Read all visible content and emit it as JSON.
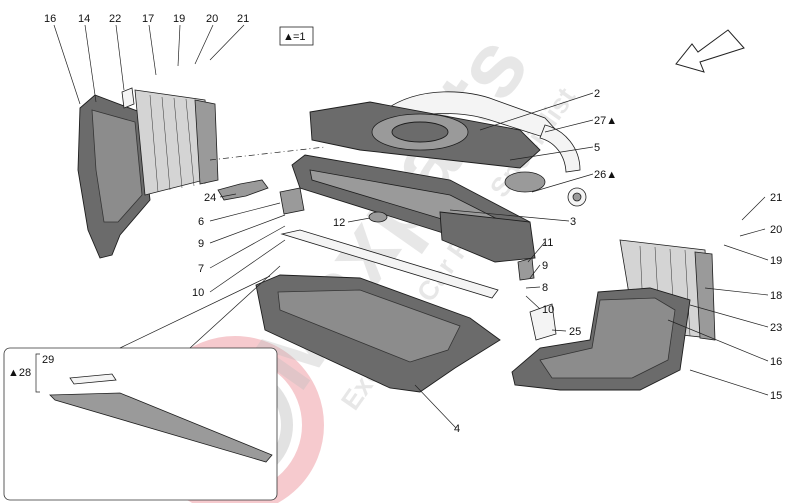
{
  "legend": {
    "symbol": "▲",
    "text": "=1"
  },
  "watermark": {
    "brand": "Maxparts",
    "tagline": "Exclusive Car Parts Specialist",
    "colors": {
      "red": "#e0414f",
      "grey": "#9e9e9e"
    }
  },
  "callouts": [
    {
      "id": "c16a",
      "label": "16"
    },
    {
      "id": "c14",
      "label": "14"
    },
    {
      "id": "c22",
      "label": "22"
    },
    {
      "id": "c17",
      "label": "17"
    },
    {
      "id": "c19a",
      "label": "19"
    },
    {
      "id": "c20a",
      "label": "20"
    },
    {
      "id": "c21a",
      "label": "21"
    },
    {
      "id": "c2",
      "label": "2"
    },
    {
      "id": "c27",
      "label": "27▲"
    },
    {
      "id": "c5",
      "label": "5"
    },
    {
      "id": "c26",
      "label": "26▲"
    },
    {
      "id": "c3",
      "label": "3"
    },
    {
      "id": "c24",
      "label": "24"
    },
    {
      "id": "c6",
      "label": "6"
    },
    {
      "id": "c9a",
      "label": "9"
    },
    {
      "id": "c7",
      "label": "7"
    },
    {
      "id": "c10a",
      "label": "10"
    },
    {
      "id": "c12",
      "label": "12"
    },
    {
      "id": "c11",
      "label": "11"
    },
    {
      "id": "c9b",
      "label": "9"
    },
    {
      "id": "c8",
      "label": "8"
    },
    {
      "id": "c10b",
      "label": "10"
    },
    {
      "id": "c25",
      "label": "25"
    },
    {
      "id": "c21b",
      "label": "21"
    },
    {
      "id": "c20b",
      "label": "20"
    },
    {
      "id": "c19b",
      "label": "19"
    },
    {
      "id": "c18",
      "label": "18"
    },
    {
      "id": "c23",
      "label": "23"
    },
    {
      "id": "c16b",
      "label": "16"
    },
    {
      "id": "c15",
      "label": "15"
    },
    {
      "id": "c4",
      "label": "4"
    },
    {
      "id": "c29",
      "label": "29"
    },
    {
      "id": "c28",
      "label": "▲28"
    }
  ]
}
